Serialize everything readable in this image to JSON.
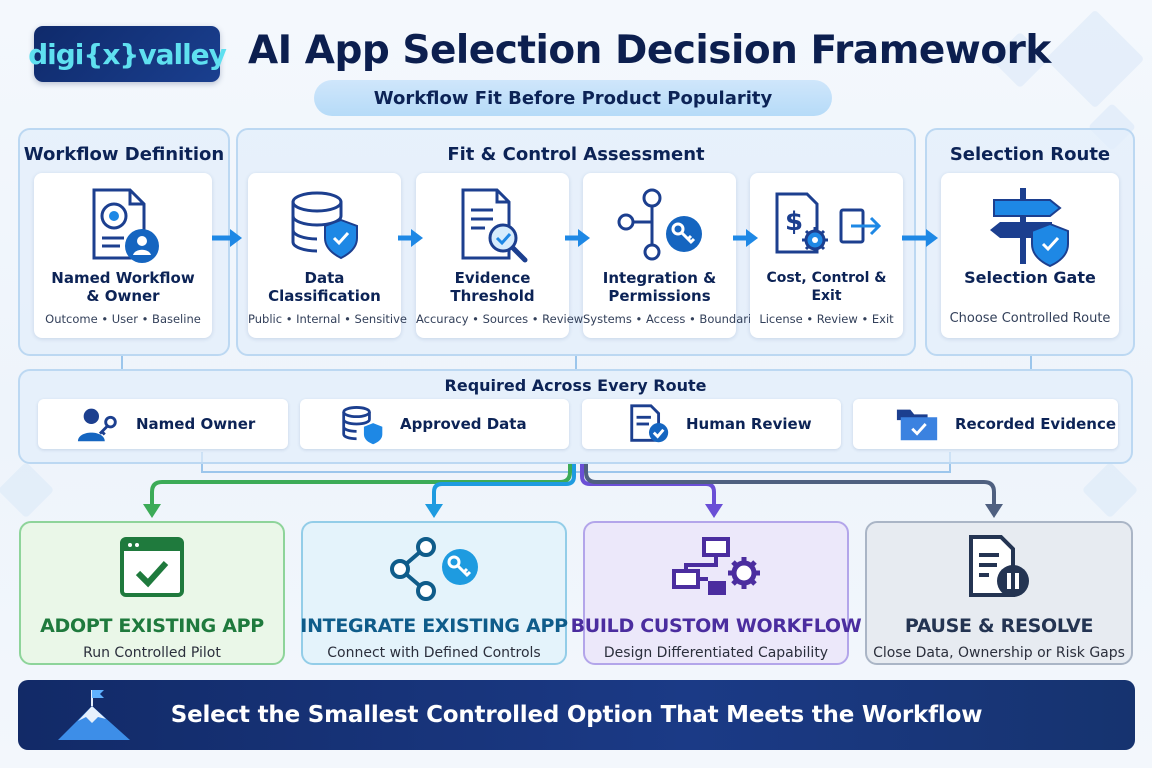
{
  "brand": {
    "logo_text": "digi{x}valley"
  },
  "header": {
    "title": "AI App Selection Decision Framework",
    "subtitle": "Workflow Fit Before Product Popularity"
  },
  "sections": {
    "workflow_definition": {
      "heading": "Workflow Definition",
      "card": {
        "label": "Named Workflow\n& Owner",
        "sub": "Outcome • User • Baseline",
        "icon": "document-target-user-icon"
      }
    },
    "fit_control": {
      "heading": "Fit & Control Assessment",
      "cards": [
        {
          "label": "Data\nClassification",
          "sub": "Public • Internal • Sensitive",
          "icon": "database-shield-icon"
        },
        {
          "label": "Evidence\nThreshold",
          "sub": "Accuracy • Sources • Review",
          "icon": "document-magnifier-icon"
        },
        {
          "label": "Integration &\nPermissions",
          "sub": "Systems • Access • Boundaries",
          "icon": "network-key-icon"
        },
        {
          "label": "Cost, Control & Exit",
          "sub": "License • Review • Exit",
          "icon": "cost-gear-exit-icon"
        }
      ]
    },
    "selection_route": {
      "heading": "Selection Route",
      "card": {
        "label": "Selection Gate",
        "sub": "Choose Controlled Route",
        "icon": "signpost-shield-icon"
      }
    }
  },
  "required": {
    "heading": "Required Across Every Route",
    "items": [
      {
        "label": "Named Owner",
        "icon": "user-key-icon"
      },
      {
        "label": "Approved Data",
        "icon": "database-shield-icon"
      },
      {
        "label": "Human Review",
        "icon": "document-check-icon"
      },
      {
        "label": "Recorded Evidence",
        "icon": "folder-check-icon"
      }
    ]
  },
  "routes": [
    {
      "title": "ADOPT EXISTING APP",
      "sub": "Run Controlled Pilot",
      "color": "#1f7a3d",
      "icon": "browser-check-icon"
    },
    {
      "title": "INTEGRATE EXISTING APP",
      "sub": "Connect with Defined Controls",
      "color": "#0f5c8a",
      "icon": "share-key-icon"
    },
    {
      "title": "BUILD CUSTOM WORKFLOW",
      "sub": "Design Differentiated Capability",
      "color": "#4b2d9f",
      "icon": "flow-gear-icon"
    },
    {
      "title": "PAUSE & RESOLVE",
      "sub": "Close Data, Ownership or Risk Gaps",
      "color": "#243452",
      "icon": "document-pause-icon"
    }
  ],
  "banner": {
    "text": "Select the Smallest Controlled Option That Meets the Workflow",
    "icon": "mountain-flag-icon"
  }
}
